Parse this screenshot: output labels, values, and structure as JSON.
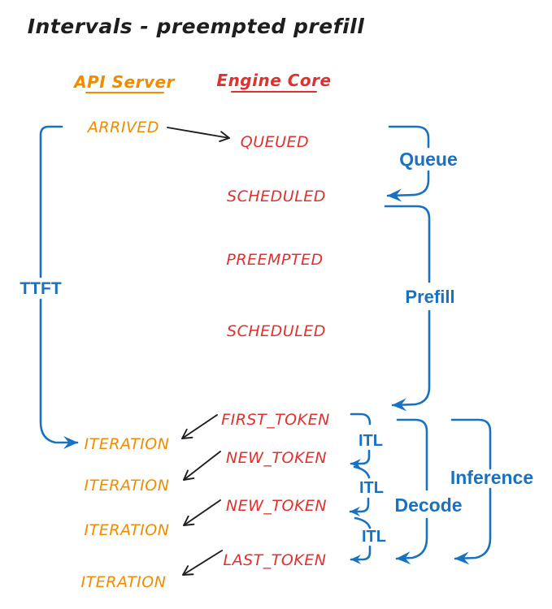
{
  "title": "Intervals - preempted prefill",
  "columns": {
    "api_server": "API Server",
    "engine_core": "Engine Core"
  },
  "api_server_events": [
    "ARRIVED",
    "ITERATION",
    "ITERATION",
    "ITERATION",
    "ITERATION"
  ],
  "engine_core_events": [
    "QUEUED",
    "SCHEDULED",
    "PREEMPTED",
    "SCHEDULED",
    "FIRST_TOKEN",
    "NEW_TOKEN",
    "NEW_TOKEN",
    "LAST_TOKEN"
  ],
  "intervals": {
    "ttft": "TTFT",
    "queue": "Queue",
    "prefill": "Prefill",
    "itl": [
      "ITL",
      "ITL",
      "ITL"
    ],
    "decode": "Decode",
    "inference": "Inference"
  },
  "colors": {
    "api_server": "#f08c00",
    "engine_core": "#e03131",
    "interval_blue": "#1971c2",
    "text_black": "#1e1e1e",
    "background": "#ffffff"
  }
}
